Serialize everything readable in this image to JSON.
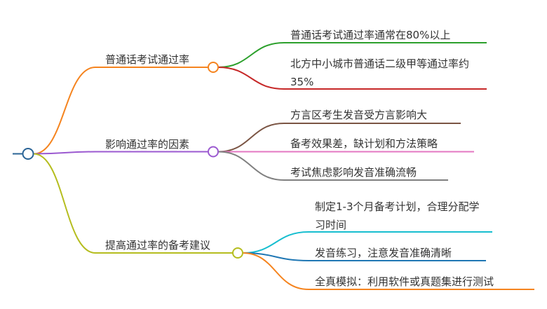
{
  "mindmap": {
    "branches": [
      {
        "label": "普通话考试通过率",
        "color": "#F5841F",
        "leaves": [
          {
            "text": "普通话考试通过率通常在80%以上",
            "color": "#2CA02C"
          },
          {
            "text": "北方中小城市普通话二级甲等通过率约35%",
            "color": "#C62828"
          }
        ]
      },
      {
        "label": "影响通过率的因素",
        "color": "#9B59D0",
        "leaves": [
          {
            "text": "方言区考生发音受方言影响大",
            "color": "#7B5544"
          },
          {
            "text": "备考效果差，缺计划和方法策略",
            "color": "#E377C2"
          },
          {
            "text": "考试焦虑影响发音准确流畅",
            "color": "#808080"
          }
        ]
      },
      {
        "label": "提高通过率的备考建议",
        "color": "#B5BD1E",
        "leaves": [
          {
            "text": "制定1-3个月备考计划，合理分配学习时间",
            "color": "#17BECF"
          },
          {
            "text": "发音练习，注意发音准确清晰",
            "color": "#1F77B4"
          },
          {
            "text": "全真模拟：利用软件或真题集进行测试",
            "color": "#F5841F"
          }
        ]
      }
    ],
    "colors": {
      "root_stroke": "#2A6496",
      "root_fill": "#ffffff",
      "text": "#333333"
    }
  }
}
